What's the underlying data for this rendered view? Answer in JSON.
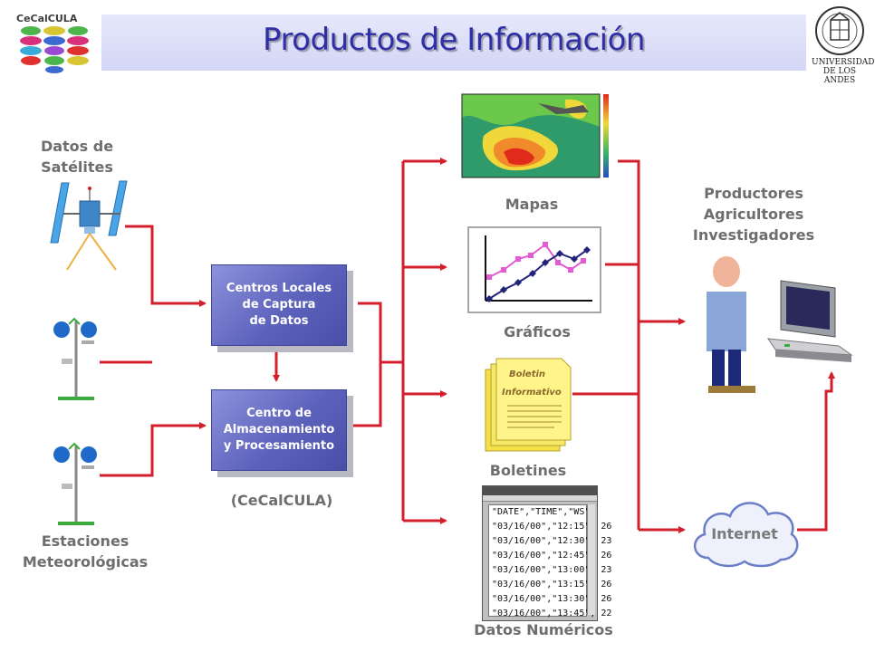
{
  "header": {
    "title": "Productos de Información",
    "logo_text": "CeCalCULA",
    "university_line1": "UNIVERSIDAD",
    "university_line2": "DE LOS ANDES"
  },
  "sources": {
    "satellite_label": "Datos de Satélites",
    "satellite_line1": "Datos de",
    "satellite_line2": "Satélites",
    "stations_line1": "Estaciones",
    "stations_line2": "Meteorológicas"
  },
  "processing": {
    "local_centers_line1": "Centros Locales",
    "local_centers_line2": "de Captura",
    "local_centers_line3": "de Datos",
    "storage_line1": "Centro de",
    "storage_line2": "Almacenamiento",
    "storage_line3": "y Procesamiento",
    "org_label": "(CeCalCULA)"
  },
  "products": {
    "maps": "Mapas",
    "charts": "Gráficos",
    "bulletins": "Boletines",
    "bulletin_doc_line1": "Boletin",
    "bulletin_doc_line2": "Informativo",
    "numeric": "Datos Numéricos",
    "numeric_rows": [
      "\"DATE\",\"TIME\",\"WS\",",
      "\"03/16/00\",\"12:15\", 26",
      "\"03/16/00\",\"12:30\", 23",
      "\"03/16/00\",\"12:45\", 26",
      "\"03/16/00\",\"13:00\", 23",
      "\"03/16/00\",\"13:15\", 26",
      "\"03/16/00\",\"13:30\", 26",
      "\"03/16/00\",\"13:45\", 22"
    ]
  },
  "consumers": {
    "line1": "Productores",
    "line2": "Agricultores",
    "line3": "Investigadores",
    "internet": "Internet"
  },
  "colors": {
    "arrow": "#d31f2b",
    "title": "#2f2fa8",
    "box": "#5d62bc",
    "label": "#6e6e6e"
  }
}
